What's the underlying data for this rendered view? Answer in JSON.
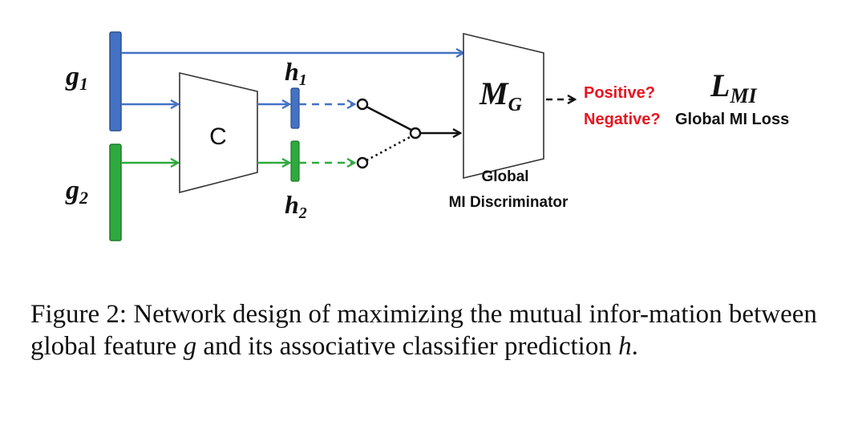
{
  "diagram": {
    "g1_label": "g",
    "g1_sub": "1",
    "g2_label": "g",
    "g2_sub": "2",
    "h1_label": "h",
    "h1_sub": "1",
    "h2_label": "h",
    "h2_sub": "2",
    "classifier_label": "C",
    "discriminator_symbol": "M",
    "discriminator_sub": "G",
    "discriminator_caption_line1": "Global",
    "discriminator_caption_line2": "MI Discriminator",
    "positive_label": "Positive?",
    "negative_label": "Negative?",
    "loss_symbol": "L",
    "loss_sub": "MI",
    "loss_caption": "Global MI Loss"
  },
  "colors": {
    "blue": "#4472c4",
    "green": "#2eaa3e",
    "red": "#e8141e",
    "block_edge": "#333333",
    "dark": "#111111"
  },
  "caption": {
    "prefix": "Figure 2: Network design of maximizing the mutual infor-mation between global feature ",
    "var_g": "g",
    "middle": " and its associative classifier prediction ",
    "var_h": "h",
    "suffix": "."
  }
}
